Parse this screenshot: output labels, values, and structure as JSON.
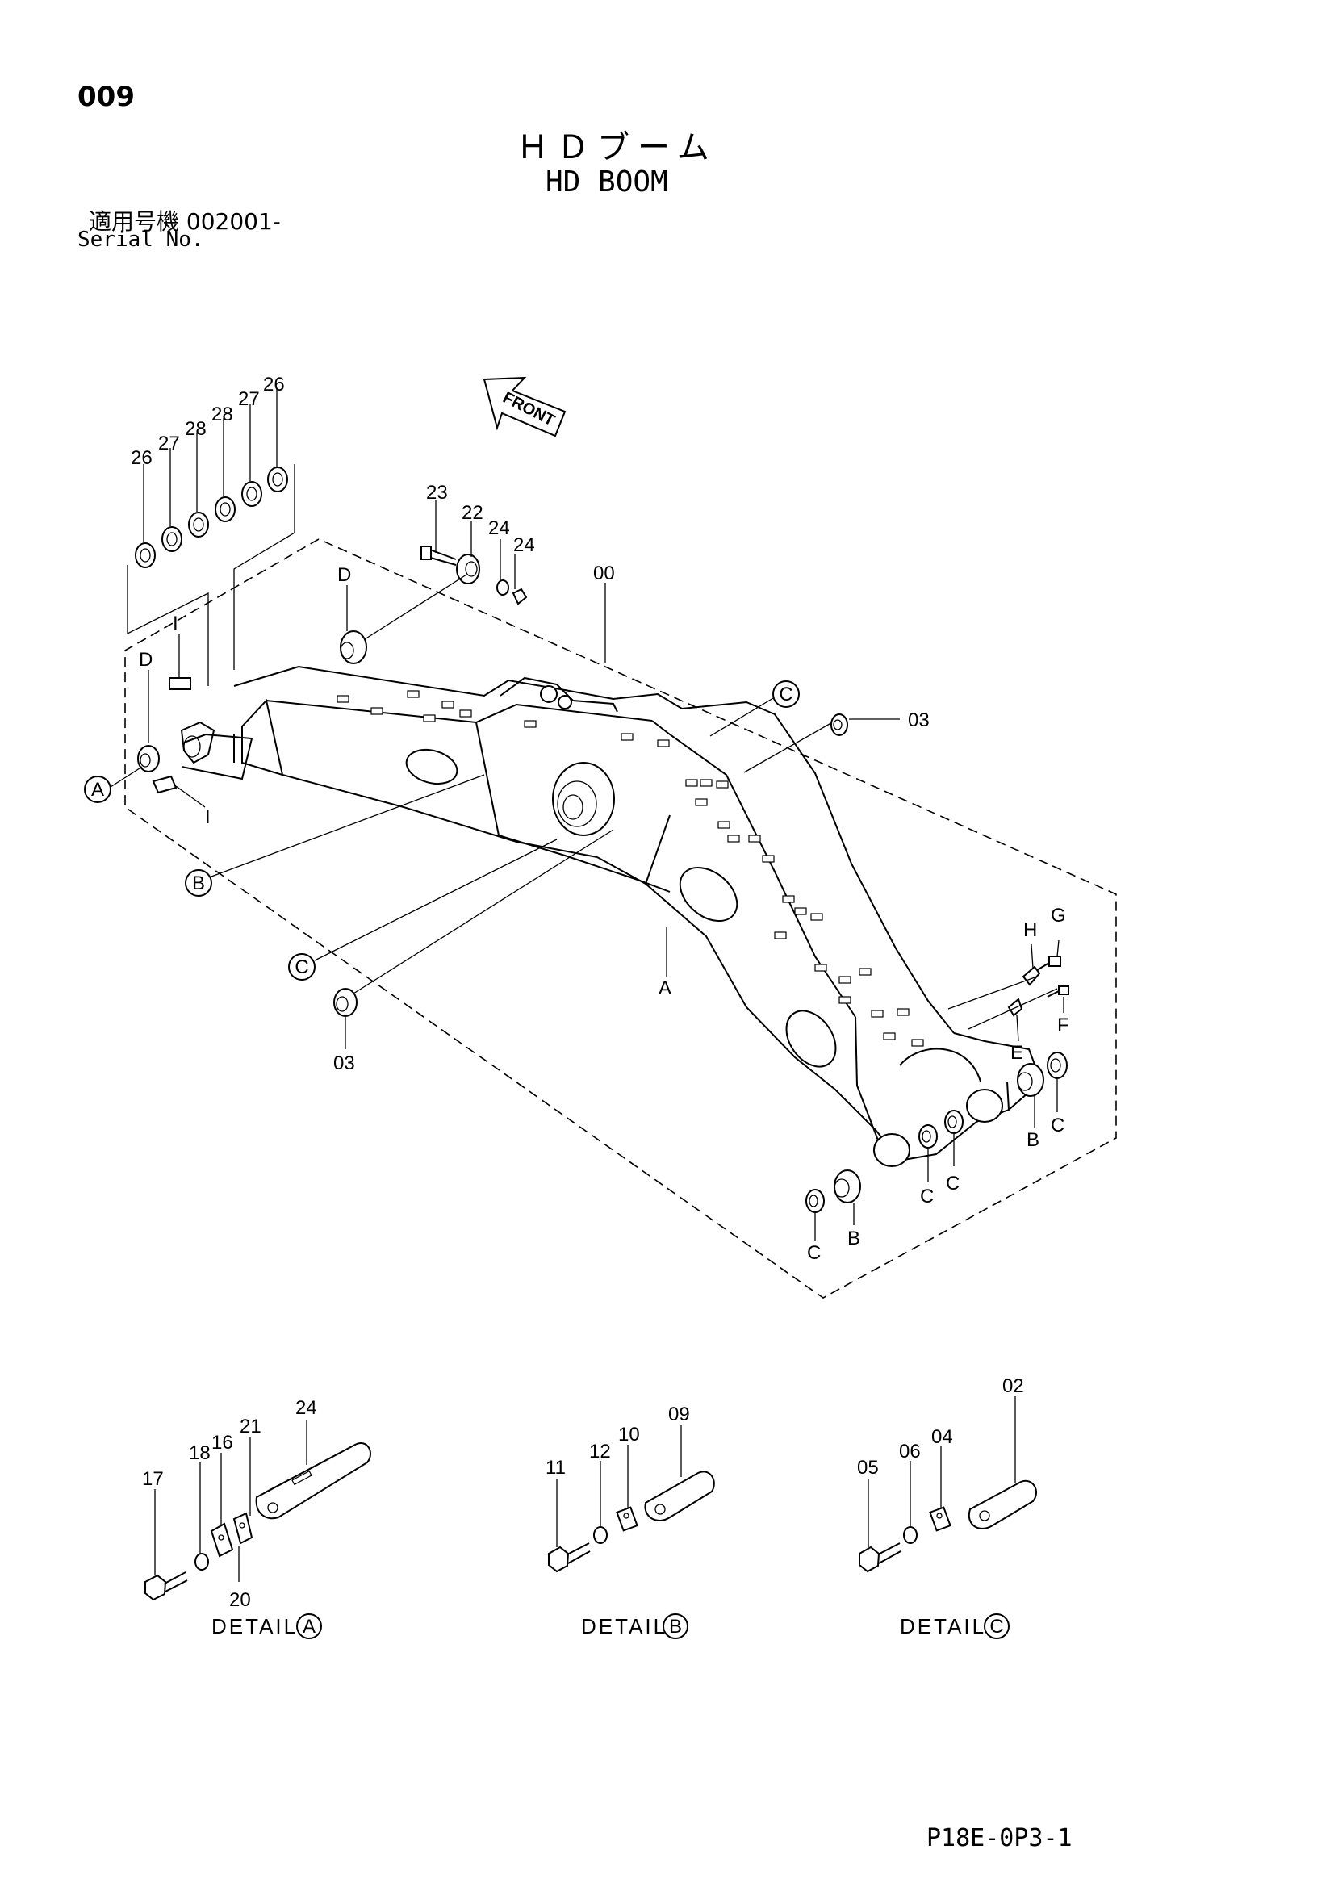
{
  "header": {
    "page_number": "009",
    "title_jp": "ＨＤブーム",
    "title_en": "HD BOOM",
    "serial_jp": "適用号機  002001-",
    "serial_label": "Serial No."
  },
  "front_arrow_label": "FRONT",
  "callouts": {
    "c26a": "26",
    "c27a": "27",
    "c28a": "28",
    "c28b": "28",
    "c27b": "27",
    "c26b": "26",
    "c23": "23",
    "c22": "22",
    "c24a": "24",
    "c24b": "24",
    "c00": "00",
    "c03a": "03",
    "c03b": "03",
    "lblD1": "D",
    "lblD2": "D",
    "lblI1": "I",
    "lblI2": "I",
    "lblA_main": "A",
    "lblH": "H",
    "lblG": "G",
    "lblE": "E",
    "lblF": "F",
    "lblB1": "B",
    "lblC1": "C",
    "lblC2": "C",
    "lblC3": "C",
    "lblB2": "B",
    "lblC4": "C"
  },
  "circled": {
    "A": "A",
    "B": "B",
    "C1": "C",
    "C2": "C"
  },
  "detail_a": {
    "caption": "DETAIL",
    "letter": "A",
    "parts": {
      "p24": "24",
      "p21": "21",
      "p16": "16",
      "p18": "18",
      "p17": "17",
      "p20": "20"
    }
  },
  "detail_b": {
    "caption": "DETAIL",
    "letter": "B",
    "parts": {
      "p09": "09",
      "p10": "10",
      "p12": "12",
      "p11": "11"
    }
  },
  "detail_c": {
    "caption": "DETAIL",
    "letter": "C",
    "parts": {
      "p02": "02",
      "p04": "04",
      "p06": "06",
      "p05": "05"
    }
  },
  "footer": {
    "page_code": "P18E-0P3-1"
  }
}
